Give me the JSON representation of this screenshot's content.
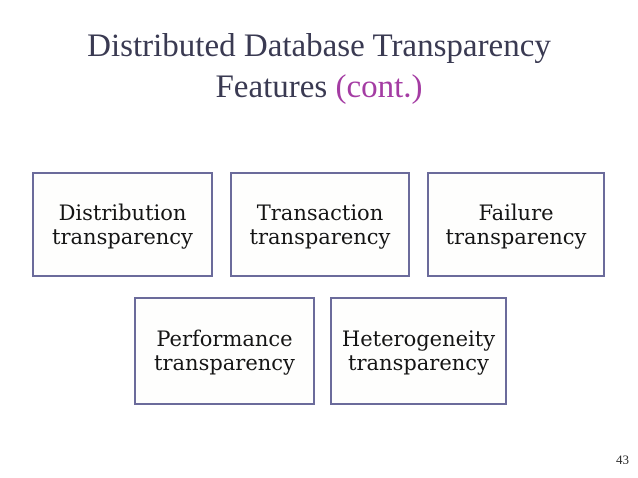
{
  "slide": {
    "title": {
      "line1": "Distributed Database Transparency",
      "line2_main": "Features ",
      "line2_accent": "(cont.)"
    },
    "boxes": [
      {
        "id": "distribution",
        "line1": "Distribution",
        "line2": "transparency"
      },
      {
        "id": "transaction",
        "line1": "Transaction",
        "line2": "transparency"
      },
      {
        "id": "failure",
        "line1": "Failure",
        "line2": "transparency"
      },
      {
        "id": "performance",
        "line1": "Performance",
        "line2": "transparency"
      },
      {
        "id": "heterogeneity",
        "line1": "Heterogeneity",
        "line2": "transparency"
      }
    ],
    "page_number": "43",
    "colors": {
      "background": "#FFFFFF",
      "title_text": "#3A3A52",
      "accent_text": "#A43CA3",
      "box_border": "#6B6B9B",
      "box_fill": "#FEFEFD",
      "box_text": "#141414",
      "page_number_text": "#2B2B2B"
    }
  }
}
